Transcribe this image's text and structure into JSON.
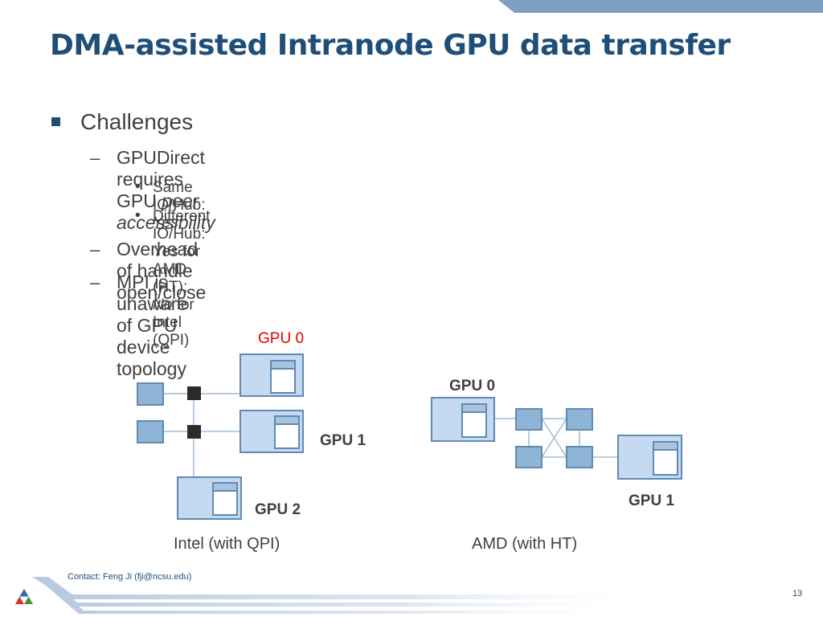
{
  "slide": {
    "title": "DMA-assisted Intranode GPU data transfer",
    "page_number": "13",
    "contact": "Contact: Feng Ji (fji@ncsu.edu)"
  },
  "bullets": {
    "challenges": "Challenges",
    "gpudirect_prefix": "GPUDirect requires GPU ",
    "gpudirect_em": "peer accessibility",
    "same_hub_prefix": "Same IO/Hub: ",
    "same_hub_em": "Yes",
    "diff_hub_prefix": "Different IO/Hub: ",
    "diff_hub_yes": "Yes",
    "diff_hub_mid": " for AMD (HT); ",
    "diff_hub_no": "No",
    "diff_hub_suffix": " for Intel (QPI)",
    "overhead": "Overhead of handle open/close",
    "mpi_unaware": "MPI is unaware of GPU device topology"
  },
  "diagram": {
    "intel": {
      "caption": "Intel (with QPI)",
      "gpu0": "GPU 0",
      "gpu1": "GPU 1",
      "gpu2": "GPU 2"
    },
    "amd": {
      "caption": "AMD (with HT)",
      "gpu0": "GPU 0",
      "gpu1": "GPU 1"
    }
  },
  "colors": {
    "title": "#1f4e79",
    "body_text": "#404040",
    "highlight_red": "#e00000",
    "gpu_fill": "#c5d9f1",
    "node_fill": "#8eb4d6",
    "node_stroke": "#5f8ab4",
    "chip_dark": "#2b2b2b",
    "accent_bar": "#7f9fc4"
  },
  "icons": {
    "bullet_level1": "square-bullet",
    "bullet_level2": "dash",
    "bullet_level3": "dot",
    "logo": "tricolor-triangle-logo"
  }
}
